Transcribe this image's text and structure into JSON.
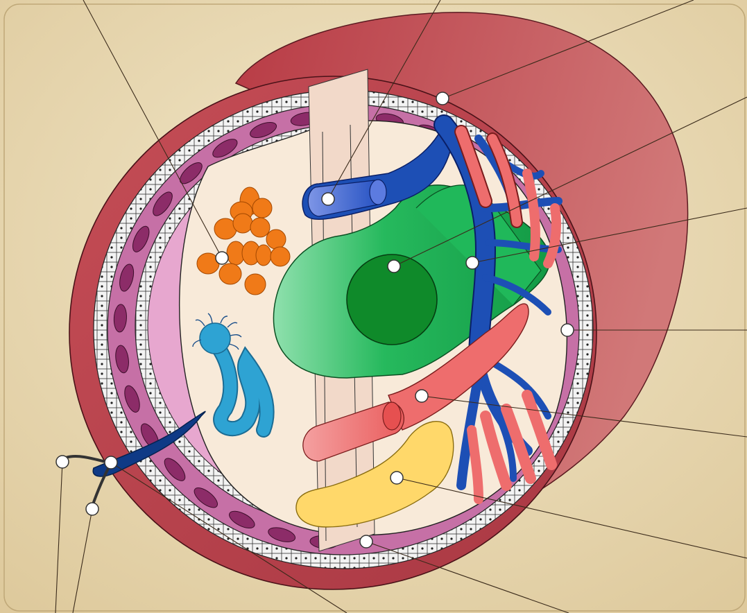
{
  "colors": {
    "background": "#e8d8ac",
    "mesoderm_outer": "#b5414b",
    "ectoderm_cells": "#f4f4f4",
    "muscle_layer": "#c76aa3",
    "somites": "#8c2c68",
    "coelom": "#f8ead9",
    "gut_green": "#20b85a",
    "nucleus_green": "#0f8a2a",
    "aorta_blue": "#1d4fb5",
    "artery_red": "#ee6d6d",
    "nerve_cyan": "#2ea3d3",
    "gonad_orange": "#f07a18",
    "liver_yellow": "#ffd86a",
    "tail_navy": "#0f3a86"
  },
  "annotation_pins": [
    {
      "name": "pin-gonad"
    },
    {
      "name": "pin-dorsal-vessel"
    },
    {
      "name": "pin-ectoderm"
    },
    {
      "name": "pin-nucleus"
    },
    {
      "name": "pin-blood-vessels"
    },
    {
      "name": "pin-muscle"
    },
    {
      "name": "pin-artery"
    },
    {
      "name": "pin-yellow-organ"
    },
    {
      "name": "pin-lower-ectoderm"
    },
    {
      "name": "pin-tail-base"
    },
    {
      "name": "pin-tail-tip-left"
    },
    {
      "name": "pin-tail-tip-down"
    }
  ]
}
